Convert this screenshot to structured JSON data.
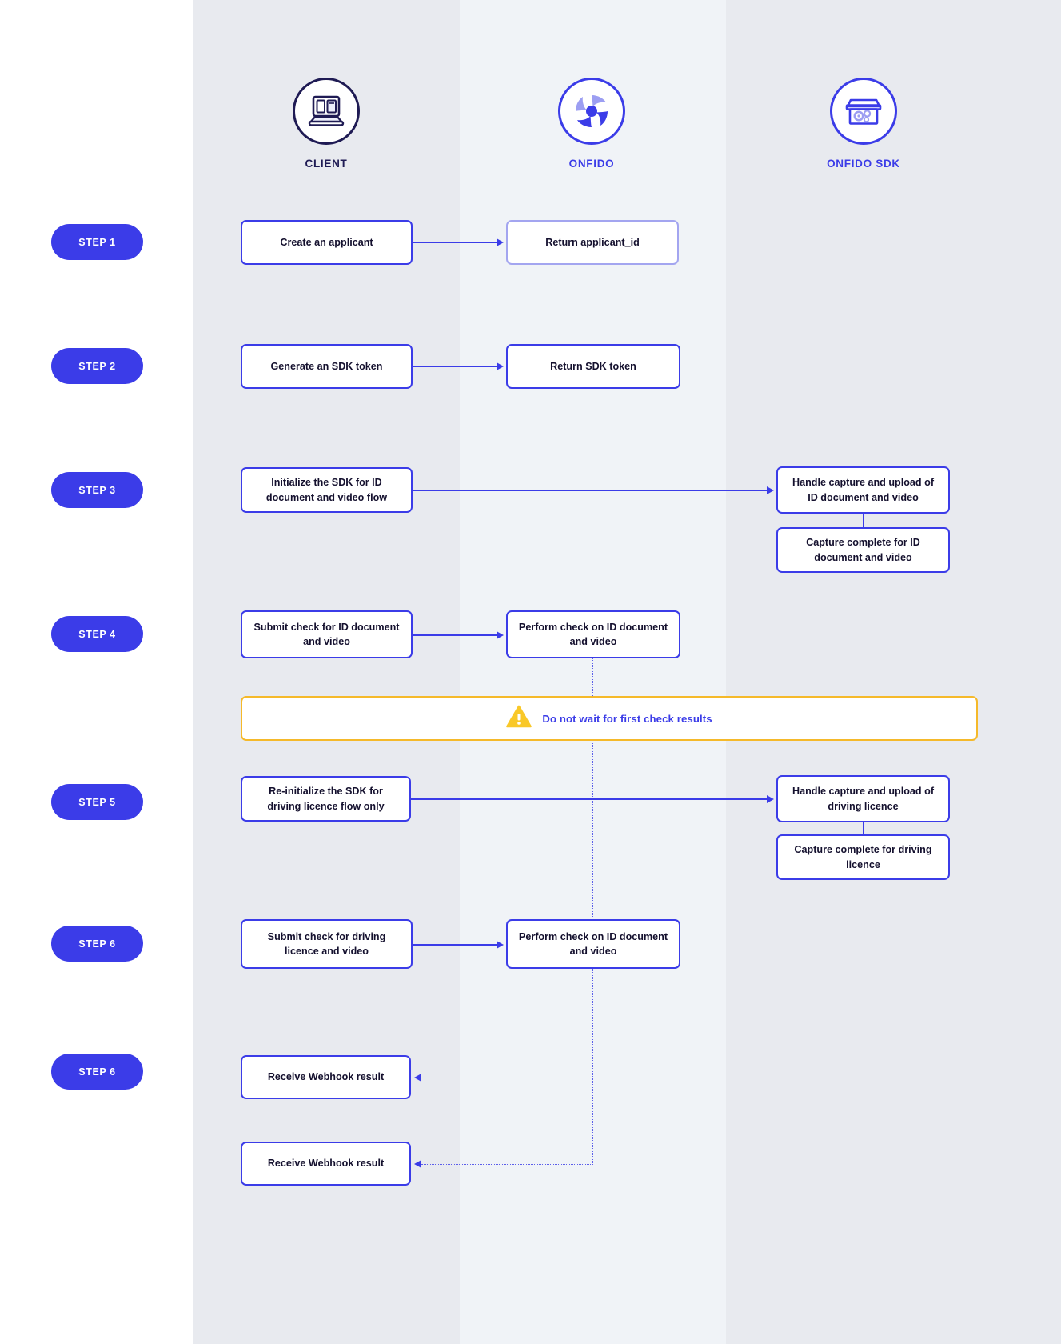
{
  "lanes": [
    {
      "id": "client",
      "title": "CLIENT",
      "icon": "laptop-icon"
    },
    {
      "id": "onfido",
      "title": "ONFIDO",
      "icon": "onfido-logo-icon"
    },
    {
      "id": "sdk",
      "title": "ONFIDO SDK",
      "icon": "sdk-box-gears-icon"
    }
  ],
  "steps": [
    {
      "label": "STEP 1"
    },
    {
      "label": "STEP 2"
    },
    {
      "label": "STEP 3"
    },
    {
      "label": "STEP 4"
    },
    {
      "label": "STEP 5"
    },
    {
      "label": "STEP 6"
    },
    {
      "label": "STEP 6"
    }
  ],
  "nodes": [
    {
      "id": "create-applicant",
      "lane": "client",
      "text": "Create an applicant"
    },
    {
      "id": "return-applicant-id",
      "lane": "onfido",
      "text": "Return applicant_id"
    },
    {
      "id": "generate-sdk-token",
      "lane": "client",
      "text": "Generate an SDK token"
    },
    {
      "id": "return-sdk-token",
      "lane": "onfido",
      "text": "Return SDK token"
    },
    {
      "id": "init-sdk-id-video",
      "lane": "client",
      "text": "Initialize the SDK for ID document and video flow"
    },
    {
      "id": "handle-capture-id-video",
      "lane": "sdk",
      "text": "Handle capture and upload of ID document and video"
    },
    {
      "id": "capture-complete-id",
      "lane": "sdk",
      "text": "Capture complete for ID document and video"
    },
    {
      "id": "submit-check-id-video",
      "lane": "client",
      "text": "Submit check for ID document and video"
    },
    {
      "id": "perform-check-id-video",
      "lane": "onfido",
      "text": "Perform check on ID document and video"
    },
    {
      "id": "reinit-sdk-licence",
      "lane": "client",
      "text": "Re-initialize the SDK for driving licence flow only"
    },
    {
      "id": "handle-capture-licence",
      "lane": "sdk",
      "text": "Handle capture and upload of driving licence"
    },
    {
      "id": "capture-complete-licence",
      "lane": "sdk",
      "text": "Capture complete for driving licence"
    },
    {
      "id": "submit-check-licence",
      "lane": "client",
      "text": "Submit check for driving licence and video"
    },
    {
      "id": "perform-check-licence",
      "lane": "onfido",
      "text": "Perform check on ID document and video"
    },
    {
      "id": "receive-webhook-1",
      "lane": "client",
      "text": "Receive Webhook result"
    },
    {
      "id": "receive-webhook-2",
      "lane": "client",
      "text": "Receive Webhook result"
    }
  ],
  "warning": {
    "icon": "warning-triangle-icon",
    "text": "Do not wait for first check results"
  },
  "colors": {
    "accent_blue": "#3b3ce8",
    "light_blue_border": "#a3a5f0",
    "warning_yellow": "#f5b92a",
    "lane_grey": "#e8eaef",
    "lane_light": "#f0f3f7",
    "text_dark": "#14102e"
  }
}
